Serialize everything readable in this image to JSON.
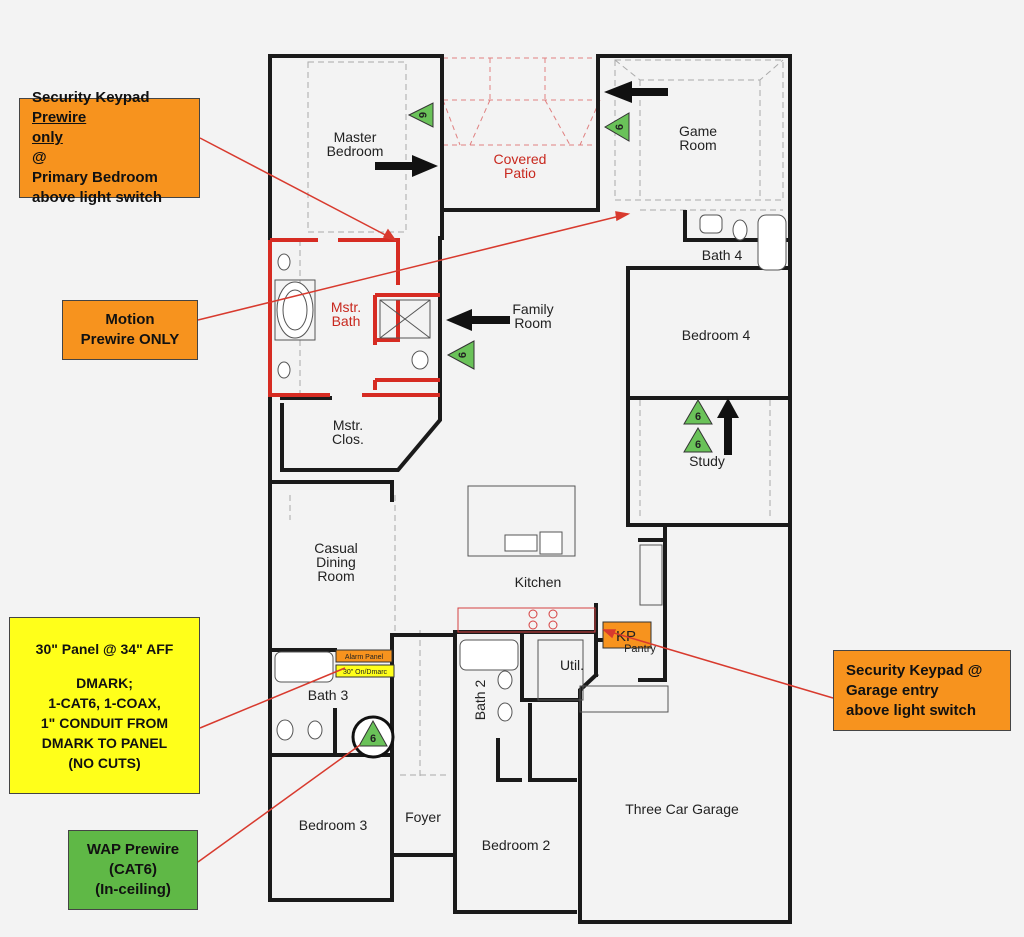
{
  "rooms": {
    "master_bedroom_1": "Master",
    "master_bedroom_2": "Bedroom",
    "covered_patio_1": "Covered",
    "covered_patio_2": "Patio",
    "game_room_1": "Game",
    "game_room_2": "Room",
    "bath4": "Bath 4",
    "mstr_bath_1": "Mstr.",
    "mstr_bath_2": "Bath",
    "family_room_1": "Family",
    "family_room_2": "Room",
    "bedroom4": "Bedroom 4",
    "mstr_clos_1": "Mstr.",
    "mstr_clos_2": "Clos.",
    "study": "Study",
    "casual_dining_1": "Casual",
    "casual_dining_2": "Dining",
    "casual_dining_3": "Room",
    "kitchen": "Kitchen",
    "pantry": "Pantry",
    "util": "Util.",
    "bath3": "Bath 3",
    "bath2": "Bath 2",
    "three_car_garage": "Three Car Garage",
    "bedroom3": "Bedroom 3",
    "foyer": "Foyer",
    "bedroom2": "Bedroom 2"
  },
  "plan_labels": {
    "alarm_panel": "Alarm Panel",
    "demarc_box": "30\" On/Dmarc",
    "kp_marker": "KP"
  },
  "markers": {
    "triangle_glyph": "6"
  },
  "callouts": {
    "security_keypad_primary": {
      "line1_part1": "Security Keypad",
      "line2_part1": "Prewire",
      "line2_part2": " ",
      "line2_part3": "only",
      "line2_part4": " @",
      "line3": "Primary Bedroom",
      "line4": "above light switch"
    },
    "motion": {
      "line1": "Motion",
      "line2": "Prewire ONLY"
    },
    "panel": {
      "line1": "30\" Panel @ 34\" AFF",
      "line2": "DMARK;",
      "line3": "1-CAT6, 1-COAX,",
      "line4": "1\" CONDUIT FROM",
      "line5": "DMARK TO PANEL",
      "line6": "(NO CUTS)"
    },
    "wap": {
      "line1": "WAP Prewire",
      "line2": "(CAT6)",
      "line3": "(In-ceiling)"
    },
    "security_keypad_garage": {
      "line1": "Security Keypad @",
      "line2": "Garage entry",
      "line3": "above light switch"
    }
  },
  "colors": {
    "orange": "#f7931e",
    "yellow": "#ffff1a",
    "green_box": "#5fb846",
    "triangle_green": "#6ac259",
    "wall": "#1a1a1a",
    "red_wall": "#d62b22",
    "leader": "#d83a2e"
  }
}
